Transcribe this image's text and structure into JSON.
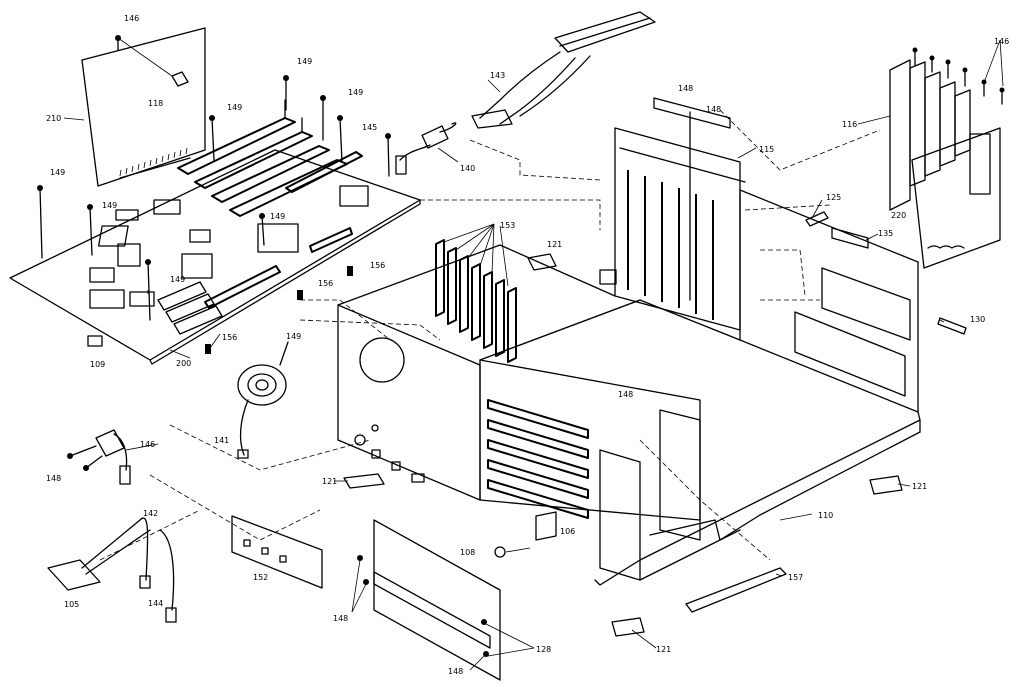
{
  "callouts": [
    {
      "id": "c146a",
      "text": "146"
    },
    {
      "id": "c149a",
      "text": "149"
    },
    {
      "id": "c149b",
      "text": "149"
    },
    {
      "id": "c149c",
      "text": "149"
    },
    {
      "id": "c118",
      "text": "118"
    },
    {
      "id": "c210",
      "text": "210"
    },
    {
      "id": "c149d",
      "text": "149"
    },
    {
      "id": "c149e",
      "text": "149"
    },
    {
      "id": "c149f",
      "text": "149"
    },
    {
      "id": "c149g",
      "text": "149"
    },
    {
      "id": "c145",
      "text": "145"
    },
    {
      "id": "c143",
      "text": "143"
    },
    {
      "id": "c140",
      "text": "140"
    },
    {
      "id": "c148a",
      "text": "148"
    },
    {
      "id": "c148b",
      "text": "148"
    },
    {
      "id": "c115",
      "text": "115"
    },
    {
      "id": "c116",
      "text": "116"
    },
    {
      "id": "c146b",
      "text": "146"
    },
    {
      "id": "c125",
      "text": "125"
    },
    {
      "id": "c135",
      "text": "135"
    },
    {
      "id": "c220",
      "text": "220"
    },
    {
      "id": "c153",
      "text": "153"
    },
    {
      "id": "c121a",
      "text": "121"
    },
    {
      "id": "c156a",
      "text": "156"
    },
    {
      "id": "c156b",
      "text": "156"
    },
    {
      "id": "c156c",
      "text": "156"
    },
    {
      "id": "c109",
      "text": "109"
    },
    {
      "id": "c200",
      "text": "200"
    },
    {
      "id": "c149h",
      "text": "149"
    },
    {
      "id": "c141",
      "text": "141"
    },
    {
      "id": "c130",
      "text": "130"
    },
    {
      "id": "c146c",
      "text": "146"
    },
    {
      "id": "c148c",
      "text": "148"
    },
    {
      "id": "c121b",
      "text": "121"
    },
    {
      "id": "c148d",
      "text": "148"
    },
    {
      "id": "c121c",
      "text": "121"
    },
    {
      "id": "c142",
      "text": "142"
    },
    {
      "id": "c106a",
      "text": "106"
    },
    {
      "id": "c108",
      "text": "108"
    },
    {
      "id": "c110",
      "text": "110"
    },
    {
      "id": "c152",
      "text": "152"
    },
    {
      "id": "c144",
      "text": "144"
    },
    {
      "id": "c105",
      "text": "105"
    },
    {
      "id": "c148e",
      "text": "148"
    },
    {
      "id": "c128",
      "text": "128"
    },
    {
      "id": "c148f",
      "text": "148"
    },
    {
      "id": "c157",
      "text": "157"
    },
    {
      "id": "c121d",
      "text": "121"
    }
  ],
  "colors": {
    "ink": "#000000",
    "paper": "#ffffff"
  }
}
